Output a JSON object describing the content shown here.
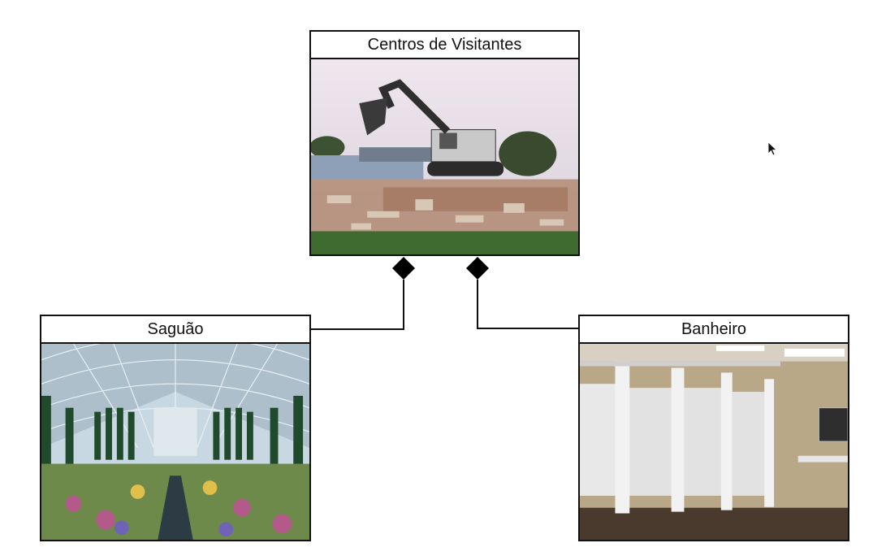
{
  "diagram": {
    "parent": {
      "label": "Centros de Visitantes",
      "image": "demolition-excavator-photo"
    },
    "children": [
      {
        "label": "Saguão",
        "image": "glass-conservatory-garden-photo"
      },
      {
        "label": "Banheiro",
        "image": "restroom-stalls-photo"
      }
    ],
    "relationship": "composition"
  },
  "colors": {
    "line": "#111111",
    "background": "#ffffff"
  },
  "icons": {
    "pointer": "mouse-pointer-icon",
    "diamond": "composition-diamond-icon"
  }
}
